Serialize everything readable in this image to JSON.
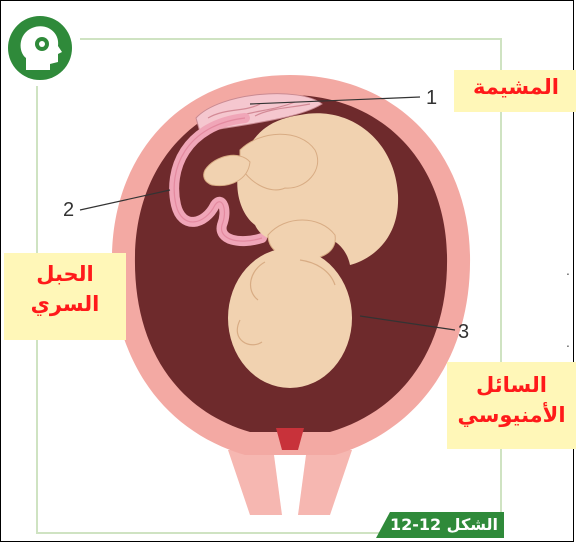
{
  "labels": {
    "placenta": "المشيمة",
    "cord_line1": "الحبل",
    "cord_line2": "السري",
    "amniotic_line1": "السائل",
    "amniotic_line2": "الأمنيوسي"
  },
  "numbers": {
    "n1": "1",
    "n2": "2",
    "n3": "3"
  },
  "caption": "الشكل 12-12",
  "dots": [
    ".",
    "."
  ],
  "colors": {
    "uterus_wall": "#f3a9a3",
    "uterus_cavity": "#6e2a2c",
    "fetus_skin": "#f1d2b0",
    "cord": "#f0a6b8",
    "label_bg": "#fff7b8",
    "label_text": "#ff1a1a",
    "logo_green": "#2f8a3a",
    "caption_green": "#2f8a3a"
  }
}
